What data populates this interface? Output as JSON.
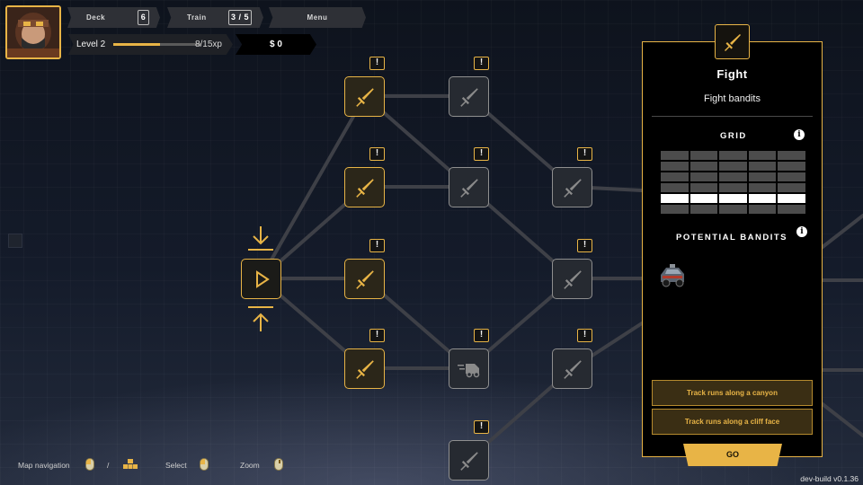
{
  "topbar": {
    "deck": {
      "label": "Deck",
      "count": "6"
    },
    "train": {
      "label": "Train",
      "count": "3 / 5"
    },
    "menu": {
      "label": "Menu"
    },
    "level": {
      "label": "Level 2",
      "xp": "8/15xp",
      "progress": 0.533
    },
    "money": "$ 0"
  },
  "map": {
    "badge_text": "!",
    "nodes": [
      {
        "id": "start",
        "type": "start"
      },
      {
        "id": "c1r1",
        "type": "fight",
        "state": "done"
      },
      {
        "id": "c1r2",
        "type": "fight",
        "state": "done"
      },
      {
        "id": "c1r3",
        "type": "fight",
        "state": "done"
      },
      {
        "id": "c1r4",
        "type": "fight",
        "state": "done"
      },
      {
        "id": "c2r1",
        "type": "fight",
        "state": "locked"
      },
      {
        "id": "c2r2",
        "type": "fight",
        "state": "locked"
      },
      {
        "id": "c2r4",
        "type": "vehicle",
        "state": "locked"
      },
      {
        "id": "c2r5",
        "type": "fight",
        "state": "locked"
      },
      {
        "id": "c3r2",
        "type": "fight",
        "state": "locked"
      },
      {
        "id": "c3r3",
        "type": "fight",
        "state": "locked"
      },
      {
        "id": "c3r4",
        "type": "fight",
        "state": "locked"
      }
    ]
  },
  "panel": {
    "icon": "sword-icon",
    "title": "Fight",
    "subtitle": "Fight bandits",
    "grid_label": "GRID",
    "grid": {
      "rows": 6,
      "cols": 5,
      "highlighted_row": 4
    },
    "bandits_label": "POTENTIAL BANDITS",
    "bandits": [
      {
        "icon": "bandit-car-icon"
      }
    ],
    "tracks": [
      "Track runs along a canyon",
      "Track runs along a cliff face"
    ],
    "go": "GO"
  },
  "hints": {
    "map_navigation": "Map navigation",
    "separator": "/",
    "select": "Select",
    "zoom": "Zoom"
  },
  "version": "dev-build v0.1.36",
  "colors": {
    "accent": "#e8b446",
    "background": "#111725",
    "node_locked": "#262a31"
  }
}
